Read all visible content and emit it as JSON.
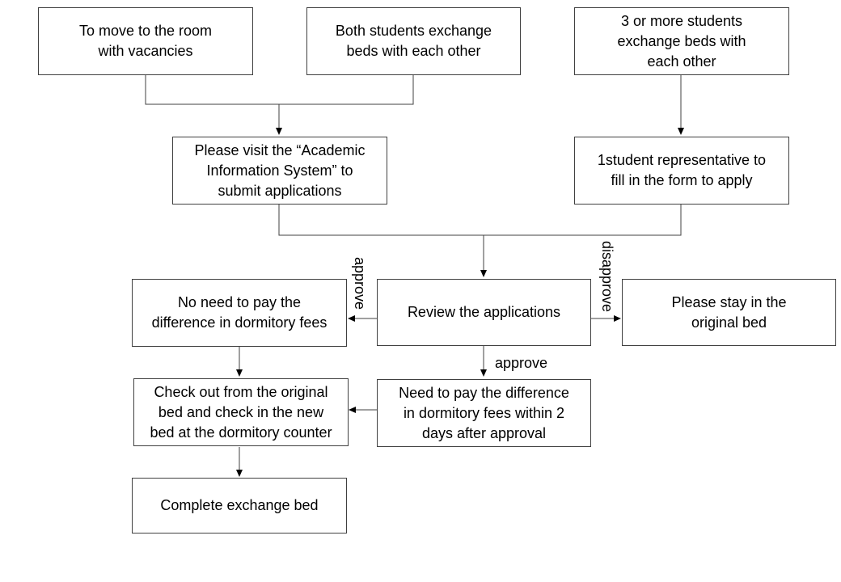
{
  "boxes": {
    "move_vacancies": "To move to the room\nwith vacancies",
    "both_exchange": "Both students exchange\nbeds with each other",
    "three_or_more": "3 or more students\nexchange beds with\neach other",
    "visit_system": "Please visit the “Academic\nInformation System” to\nsubmit applications",
    "representative": "1student representative  to\nfill in the form to apply",
    "review": "Review the applications",
    "no_need_pay": "No need to pay the\ndifference  in dormitory fees",
    "stay_original": "Please stay in the\noriginal bed",
    "check_out": "Check out from the original\nbed and check in the new\nbed at the dormitory counter",
    "need_pay": "Need to pay the difference\nin dormitory fees within 2\ndays after approval",
    "complete": "Complete exchange bed"
  },
  "labels": {
    "approve_left": "approve",
    "disapprove_right": "disapprove",
    "approve_down": "approve"
  },
  "colors": {
    "line": "#404040",
    "border": "#404040"
  }
}
